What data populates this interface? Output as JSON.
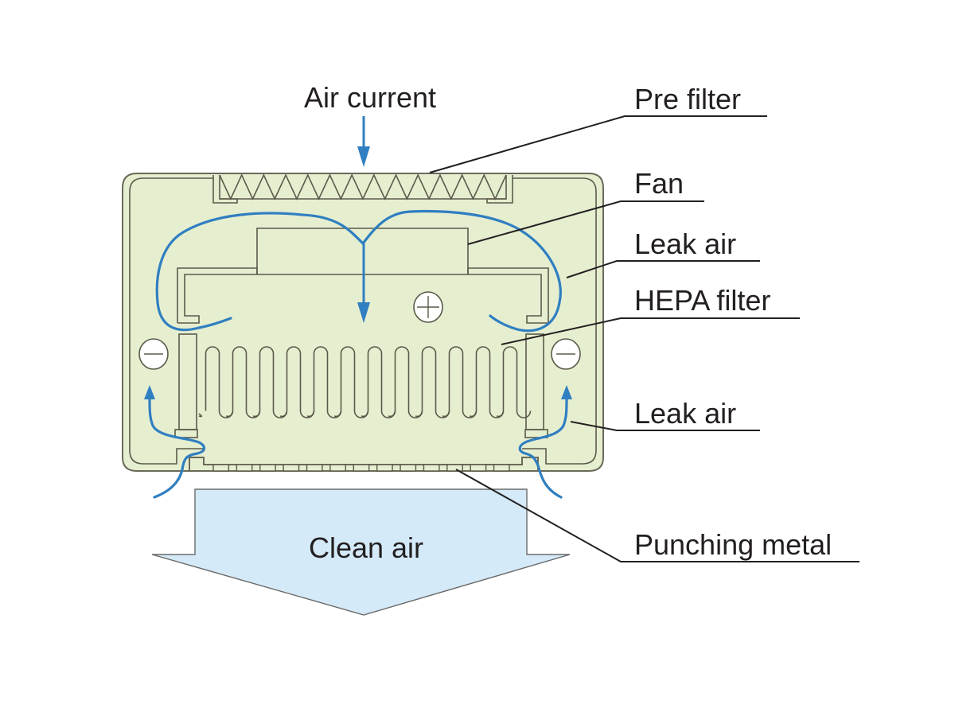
{
  "diagram": {
    "title": "HEPA fan filter unit airflow cross-section",
    "labels": {
      "air_current": "Air current",
      "pre_filter": "Pre filter",
      "fan": "Fan",
      "leak_air_top": "Leak air",
      "hepa_filter": "HEPA filter",
      "leak_air_bottom": "Leak air",
      "punching_metal": "Punching metal",
      "clean_air": "Clean air"
    },
    "pressure_symbols": {
      "inside": "+",
      "sides": "−"
    },
    "counts": {
      "pre_filter_pleats": 13,
      "hepa_filter_pleats": 12,
      "punching_metal_holes": 13
    },
    "colors": {
      "housing_fill": "#e6eed0",
      "outline": "#5a5a4a",
      "flow_arrow": "#2f7fc1",
      "clean_air_fill": "#d4eaf8",
      "text": "#231f20"
    }
  }
}
